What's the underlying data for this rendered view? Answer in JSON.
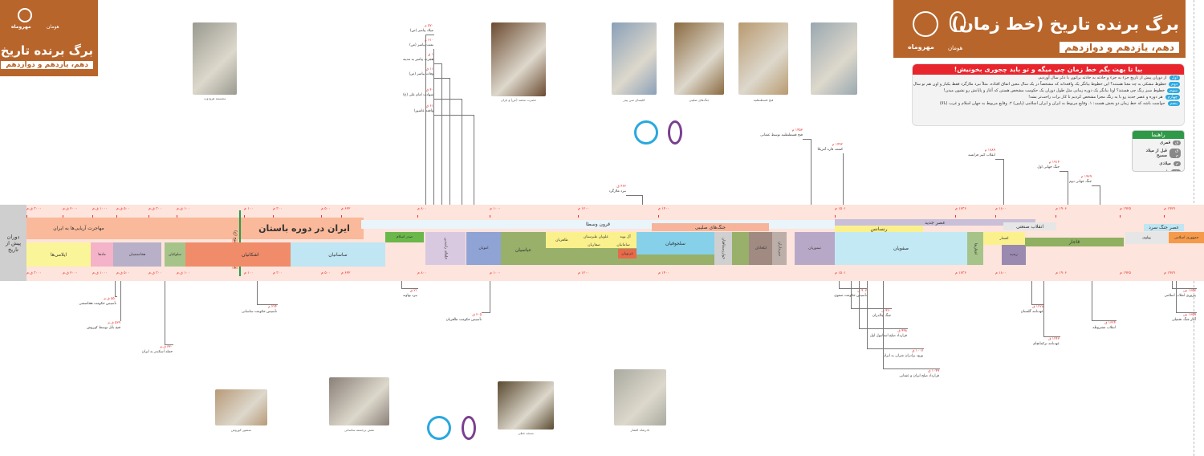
{
  "header": {
    "title": "برگ برنده تاریخ (خط زمان)",
    "subtitle": "دهم، یازدهم و دوازدهم",
    "short_title": "برگ برنده تاریخ",
    "brand1": "مهروماه",
    "brand2": "هومان",
    "brand_color": "#b8652b"
  },
  "info": {
    "heading": "بیا تا بهت بگم خط زمان چی میگه و تو باید چجوری بخونیش!",
    "rows": [
      {
        "badge": "اول",
        "text": "از دوران پیش از تاریخ جزء به جزء و حادثه به حادثه براتون با ذکر سال آوردیم."
      },
      {
        "badge": "دوم",
        "text": "خطوط مشکی به چه معنا هستند؟ این خطوط بیانگر یک واقعه‌اند که مشخصاً در یک سال معین اتفاق افتاده. مثلاً نبرد ملازگرد فقط یکبار و اون هم تو سال ۱۰۷۱ م (۴۶۳ ق) اتفاق افتاده پس با یک خط مشکی نمایش دادیم."
      },
      {
        "badge": "سوم",
        "text": "خطوط سبز رنگ چی هستند؟ اونا بیانگر یک دوره زمانی مثل طول دوران یک حکومت مشخص هستن که آغاز و پایانش رو نشون میدن!"
      },
      {
        "badge": "چهارم",
        "text": "هر دوره و عصر جدید رو با یه رنگ مجزا مشخص کردیم تا کار برات راحت‌تر بشه!"
      },
      {
        "badge": "پنجم",
        "text": "حواست باشه که خط زمان دو بخش هست: ۱. وقایع مربوط به ایران و ایران اسلامی (پایین) ۲. وقایع مربوط به جهان اسلام و غرب (بالا)"
      }
    ]
  },
  "legend": {
    "title": "راهنما",
    "items": [
      {
        "key": "ق",
        "label": "قمری"
      },
      {
        "key": "ق م",
        "label": "قبل از میلاد مسیح"
      },
      {
        "key": "م",
        "label": "میلادی"
      },
      {
        "key": "ش",
        "label": "شمسی"
      }
    ]
  },
  "prehistory": "دوران پیش از تاریخ",
  "eras": [
    {
      "name": "مهاجرت آریایی‌ها به ایران",
      "color": "#f9b99a"
    },
    {
      "name": "ایران در دوره باستان",
      "color": "#f9b99a"
    },
    {
      "name": "میلاد حضرت مسیح (ع)",
      "color": "#2e9a47"
    },
    {
      "name": "قرون وسطا",
      "color": "#eaf4fb"
    },
    {
      "name": "جنگ‌های صلیبی",
      "color": "#f7b49a"
    },
    {
      "name": "رنسانس",
      "color": "#fbf18c"
    },
    {
      "name": "عصر جدید",
      "color": "#c9bfd9"
    },
    {
      "name": "انقلاب صنعتی",
      "color": "#e6e6e6"
    },
    {
      "name": "عصر جنگ سرد",
      "color": "#bfe6f2"
    }
  ],
  "dynasties": [
    {
      "name": "ایلامی‌ها",
      "color": "#fbf59a"
    },
    {
      "name": "مادها",
      "color": "#f4b3c8"
    },
    {
      "name": "هخامنشیان",
      "color": "#b8b0c8"
    },
    {
      "name": "سلوکیان",
      "color": "#a6c48a"
    },
    {
      "name": "اشکانیان",
      "color": "#f08c6a"
    },
    {
      "name": "ساسانیان",
      "color": "#bfe6f2"
    },
    {
      "name": "صدر اسلام",
      "color": "#6ab84a"
    },
    {
      "name": "خلفای راشدین",
      "color": "#d9c9e0"
    },
    {
      "name": "امویان",
      "color": "#8fa3d4"
    },
    {
      "name": "عباسیان",
      "color": "#98b06a"
    },
    {
      "name": "طاهریان",
      "color": "#fbf18c"
    },
    {
      "name": "علویان طبرستان",
      "color": "#fbf18c"
    },
    {
      "name": "آل بویه",
      "color": "#fbf18c"
    },
    {
      "name": "صفاریان",
      "color": "#fbf18c"
    },
    {
      "name": "سامانیان",
      "color": "#fbf18c"
    },
    {
      "name": "غزنویان",
      "color": "#e86a4a"
    },
    {
      "name": "سلجوقیان",
      "color": "#86d0ea"
    },
    {
      "name": "خوارزمشاهیان",
      "color": "#d0d0d0"
    },
    {
      "name": "ایلخانان",
      "color": "#a08a82"
    },
    {
      "name": "سربداران",
      "color": "#bcaea8"
    },
    {
      "name": "تیموریان",
      "color": "#b8a8c8"
    },
    {
      "name": "صفویان",
      "color": "#c3e9f5"
    },
    {
      "name": "افغان‌ها",
      "color": "#a6c48a"
    },
    {
      "name": "افشار",
      "color": "#fbf18c"
    },
    {
      "name": "زندیه",
      "color": "#9a8ab0"
    },
    {
      "name": "قاجار",
      "color": "#8eb060"
    },
    {
      "name": "پهلوی",
      "color": "#e6e6e6"
    },
    {
      "name": "جمهوری اسلامی",
      "color": "#f59a4a"
    }
  ],
  "ticks": [
    "۳۰۰۰ ق.م",
    "۲۰۰۰ ق.م",
    "۱۰۰۰ ق.م",
    "۵۰۰ ق.م",
    "۳۰۰ ق.م",
    "۱۰۰ ق.م",
    "۱۰۰ م",
    "۳۰۰ م",
    "۵۰۰ م",
    "۶۲۲ م",
    "۸۰۰ م",
    "۱۰۰۰ م",
    "۱۲۰۰ م",
    "۱۴۰۰ م",
    "۱۵۰۱ م",
    "۱۷۳۶ م",
    "۱۸۰۰ م",
    "۱۹۰۶ م",
    "۱۹۲۵ م",
    "۱۹۷۹ م"
  ],
  "events_top": [
    {
      "date": "۵۷۰ م",
      "text": "میلاد پیامبر (ص)"
    },
    {
      "date": "۶۱۰ م",
      "text": "بعثت پیامبر (ص)"
    },
    {
      "date": "۱ ق",
      "text": "هجرت پیامبر به مدینه"
    },
    {
      "date": "۱۱ ق",
      "text": "وفات پیامبر (ص)"
    },
    {
      "date": "۴۰ ق",
      "text": "شهادت امام علی (ع)"
    },
    {
      "date": "۶۱ ق",
      "text": "واقعه عاشورا"
    },
    {
      "date": "۱۴۵۳ م",
      "text": "فتح قسطنطنیه توسط عثمانی"
    },
    {
      "date": "۱۴۹۲ م",
      "text": "کشف قاره آمریکا"
    },
    {
      "date": "۱۷۸۹ م",
      "text": "انقلاب کبیر فرانسه"
    },
    {
      "date": "۱۹۱۴ م",
      "text": "جنگ جهانی اول"
    },
    {
      "date": "۱۹۳۹ م",
      "text": "جنگ جهانی دوم"
    },
    {
      "date": "۴۶۳ ق",
      "text": "نبرد ملازگرد"
    }
  ],
  "events_bottom": [
    {
      "date": "۵۵۰ ق.م",
      "text": "تأسیس حکومت هخامنشی"
    },
    {
      "date": "۵۳۹ ق.م",
      "text": "فتح بابل توسط کوروش"
    },
    {
      "date": "۳۳۰ ق.م",
      "text": "حمله اسکندر به ایران"
    },
    {
      "date": "۲۲۴ م",
      "text": "تأسیس حکومت ساسانی"
    },
    {
      "date": "۲۱ ق",
      "text": "نبرد نهاوند"
    },
    {
      "date": "۲۰۵ ق",
      "text": "تأسیس حکومت طاهریان"
    },
    {
      "date": "۹۰۷ ق",
      "text": "تأسیس حکومت صفوی"
    },
    {
      "date": "۹۲۰ ق",
      "text": "جنگ چالدران"
    },
    {
      "date": "۹۹۸ ق",
      "text": "قرارداد صلح استانبول اول"
    },
    {
      "date": "۱۰۰۷ ق",
      "text": "ورود برادران شرلی به ایران"
    },
    {
      "date": "۱۰۴۹ ق",
      "text": "قرارداد صلح ایران و عثمانی"
    },
    {
      "date": "۱۲۲۸ ق",
      "text": "عهدنامه گلستان"
    },
    {
      "date": "۱۲۴۳ ق",
      "text": "عهدنامه ترکمانچای"
    },
    {
      "date": "۱۳۲۴ ق",
      "text": "انقلاب مشروطه"
    },
    {
      "date": "۱۳۵۷ ش",
      "text": "پیروزی انقلاب اسلامی"
    },
    {
      "date": "۱۳۵۹ ش",
      "text": "آغاز جنگ تحمیلی"
    }
  ],
  "captions": [
    "مجسمه هرودوت",
    "حضرت محمد (ص) و یاران",
    "کلیسای سن پیتر",
    "جنگ‌های صلیبی",
    "فتح قسطنطنیه",
    "منشور کوروش",
    "نقش برجسته ساسانی",
    "نسخه خطی",
    "نادرشاه افشار"
  ]
}
